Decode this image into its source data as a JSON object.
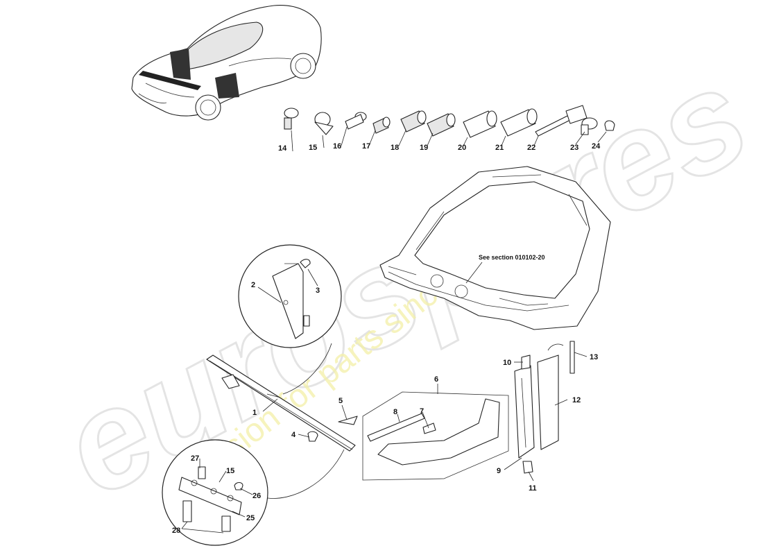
{
  "watermark": {
    "brand": "eurospares",
    "tagline": "a passion for parts since 1985"
  },
  "note_text": "See section 010102-20",
  "callouts": [
    {
      "id": "1",
      "label": "1"
    },
    {
      "id": "2",
      "label": "2"
    },
    {
      "id": "3",
      "label": "3"
    },
    {
      "id": "4",
      "label": "4"
    },
    {
      "id": "5",
      "label": "5"
    },
    {
      "id": "6",
      "label": "6"
    },
    {
      "id": "7",
      "label": "7"
    },
    {
      "id": "8",
      "label": "8"
    },
    {
      "id": "9",
      "label": "9"
    },
    {
      "id": "10",
      "label": "10"
    },
    {
      "id": "11",
      "label": "11"
    },
    {
      "id": "12",
      "label": "12"
    },
    {
      "id": "13",
      "label": "13"
    },
    {
      "id": "14",
      "label": "14"
    },
    {
      "id": "15",
      "label": "15"
    },
    {
      "id": "15b",
      "label": "15"
    },
    {
      "id": "16",
      "label": "16"
    },
    {
      "id": "17",
      "label": "17"
    },
    {
      "id": "18",
      "label": "18"
    },
    {
      "id": "19",
      "label": "19"
    },
    {
      "id": "20",
      "label": "20"
    },
    {
      "id": "21",
      "label": "21"
    },
    {
      "id": "22",
      "label": "22"
    },
    {
      "id": "23",
      "label": "23"
    },
    {
      "id": "24",
      "label": "24"
    },
    {
      "id": "25",
      "label": "25"
    },
    {
      "id": "26",
      "label": "26"
    },
    {
      "id": "27",
      "label": "27"
    },
    {
      "id": "28",
      "label": "28"
    }
  ]
}
